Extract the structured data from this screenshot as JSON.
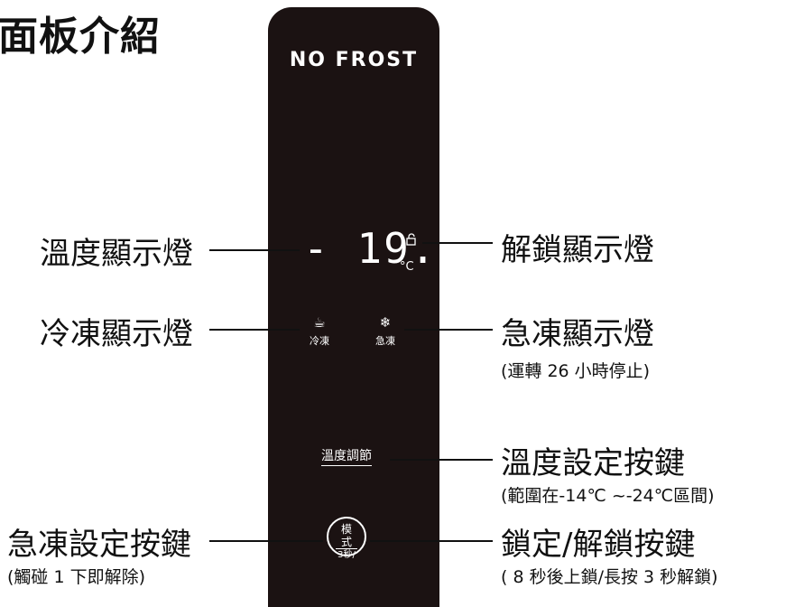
{
  "title": "面板介紹",
  "panel": {
    "brand": "NO FROST",
    "temperature": "- 19.0",
    "temp_unit": "°C",
    "quick_freeze_indicator": "冷凍",
    "super_freeze_indicator": "急凍",
    "temp_set_button": "溫度調節",
    "mode_button_line1": "模 式",
    "mode_button_line2": "3秒/"
  },
  "callouts": {
    "temp_display": "溫度顯示燈",
    "unlock_display": "解鎖顯示燈",
    "freeze_display": "冷凍顯示燈",
    "super_freeze_display": "急凍顯示燈",
    "super_freeze_note": "(運轉 26 小時停止)",
    "temp_set_key": "溫度設定按鍵",
    "temp_set_note": "(範圍在-14℃ ~-24℃區間)",
    "super_freeze_key": "急凍設定按鍵",
    "super_freeze_key_note": "(觸碰 1 下即解除)",
    "lock_key": "鎖定/解鎖按鍵",
    "lock_key_note": "( 8 秒後上鎖/長按 3 秒解鎖)"
  }
}
